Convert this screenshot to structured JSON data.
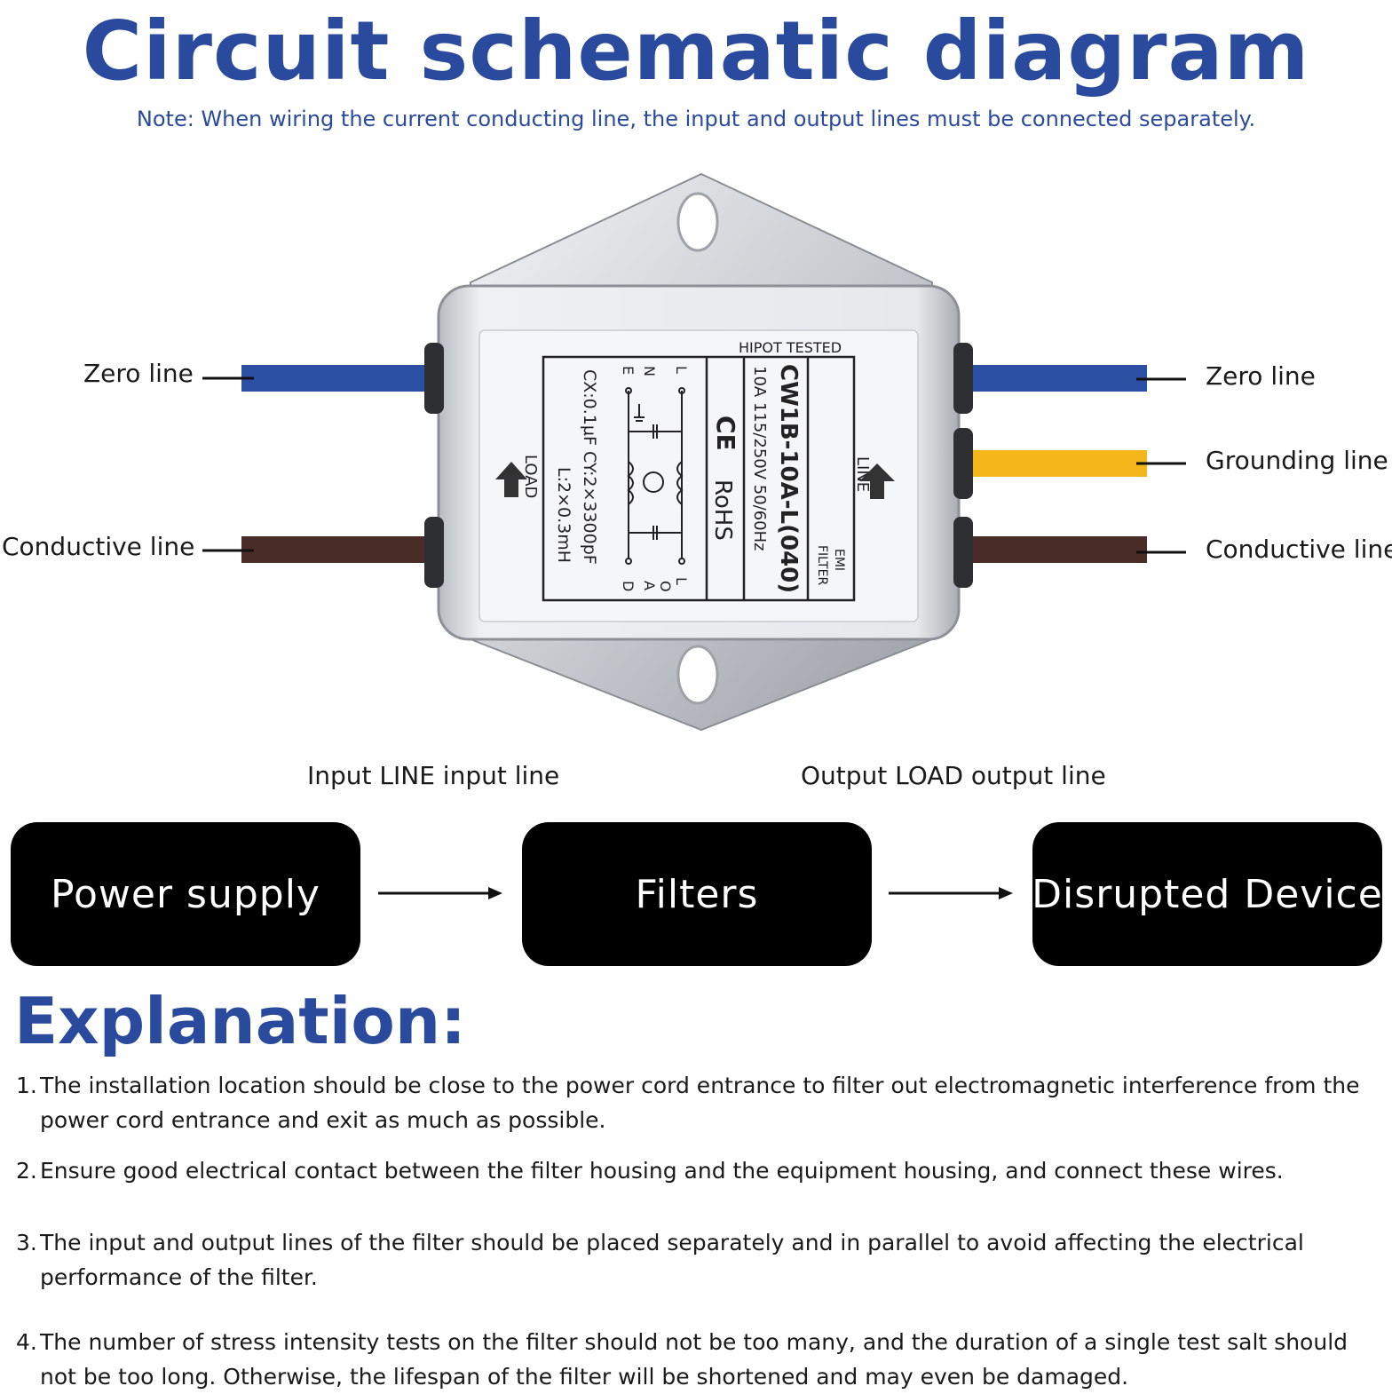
{
  "header": {
    "title": "Circuit schematic diagram",
    "note": "Note: When wiring the current conducting line, the input and output lines must be connected separately."
  },
  "wires": {
    "left": [
      {
        "label": "Zero line",
        "color": "#2b4fa3"
      },
      {
        "label": "Conductive line",
        "color": "#4a2c28"
      }
    ],
    "right": [
      {
        "label": "Zero line",
        "color": "#2b4fa3"
      },
      {
        "label": "Grounding line",
        "color": "#f3b71b"
      },
      {
        "label": "Conductive line",
        "color": "#4a2c28"
      }
    ]
  },
  "device_label": {
    "hipot": "HIPOT TESTED",
    "model": "CW1B-10A-L(040)",
    "rating": "10A 115/250V 50/60Hz",
    "ce": "CE",
    "rohs": "RoHS",
    "emi": "EMI",
    "filter": "FILTER",
    "line": "LINE",
    "load": "LOAD",
    "specs1": "CX:0.1µF  CY:2×3300pF",
    "specs2": "L:2×0.3mH",
    "lne_left": [
      "L",
      "N",
      "E"
    ],
    "load_right": [
      "L",
      "O",
      "A",
      "D"
    ]
  },
  "flow": {
    "input_label": "Input LINE input line",
    "output_label": "Output LOAD output line",
    "boxes": [
      "Power supply",
      "Filters",
      "Disrupted Device"
    ]
  },
  "explanation": {
    "heading": "Explanation:",
    "items": [
      {
        "num": "1.",
        "text": "The installation location should be close to the power cord entrance to filter out electromagnetic interference from the power cord entrance and exit as much as possible."
      },
      {
        "num": "2.",
        "text": "Ensure good electrical contact between the filter housing and the equipment housing, and connect these wires."
      },
      {
        "num": "3.",
        "text": "The input and output lines of the filter should be placed separately and in parallel to avoid affecting the electrical performance of the filter."
      },
      {
        "num": "4.",
        "text": "The number of stress intensity tests on the filter should not be too many, and the duration of a single test salt should not be too long. Otherwise, the lifespan of the filter will be shortened and may even be damaged."
      }
    ]
  },
  "colors": {
    "title_blue": "#2a4a9e",
    "box_black": "#000000"
  }
}
